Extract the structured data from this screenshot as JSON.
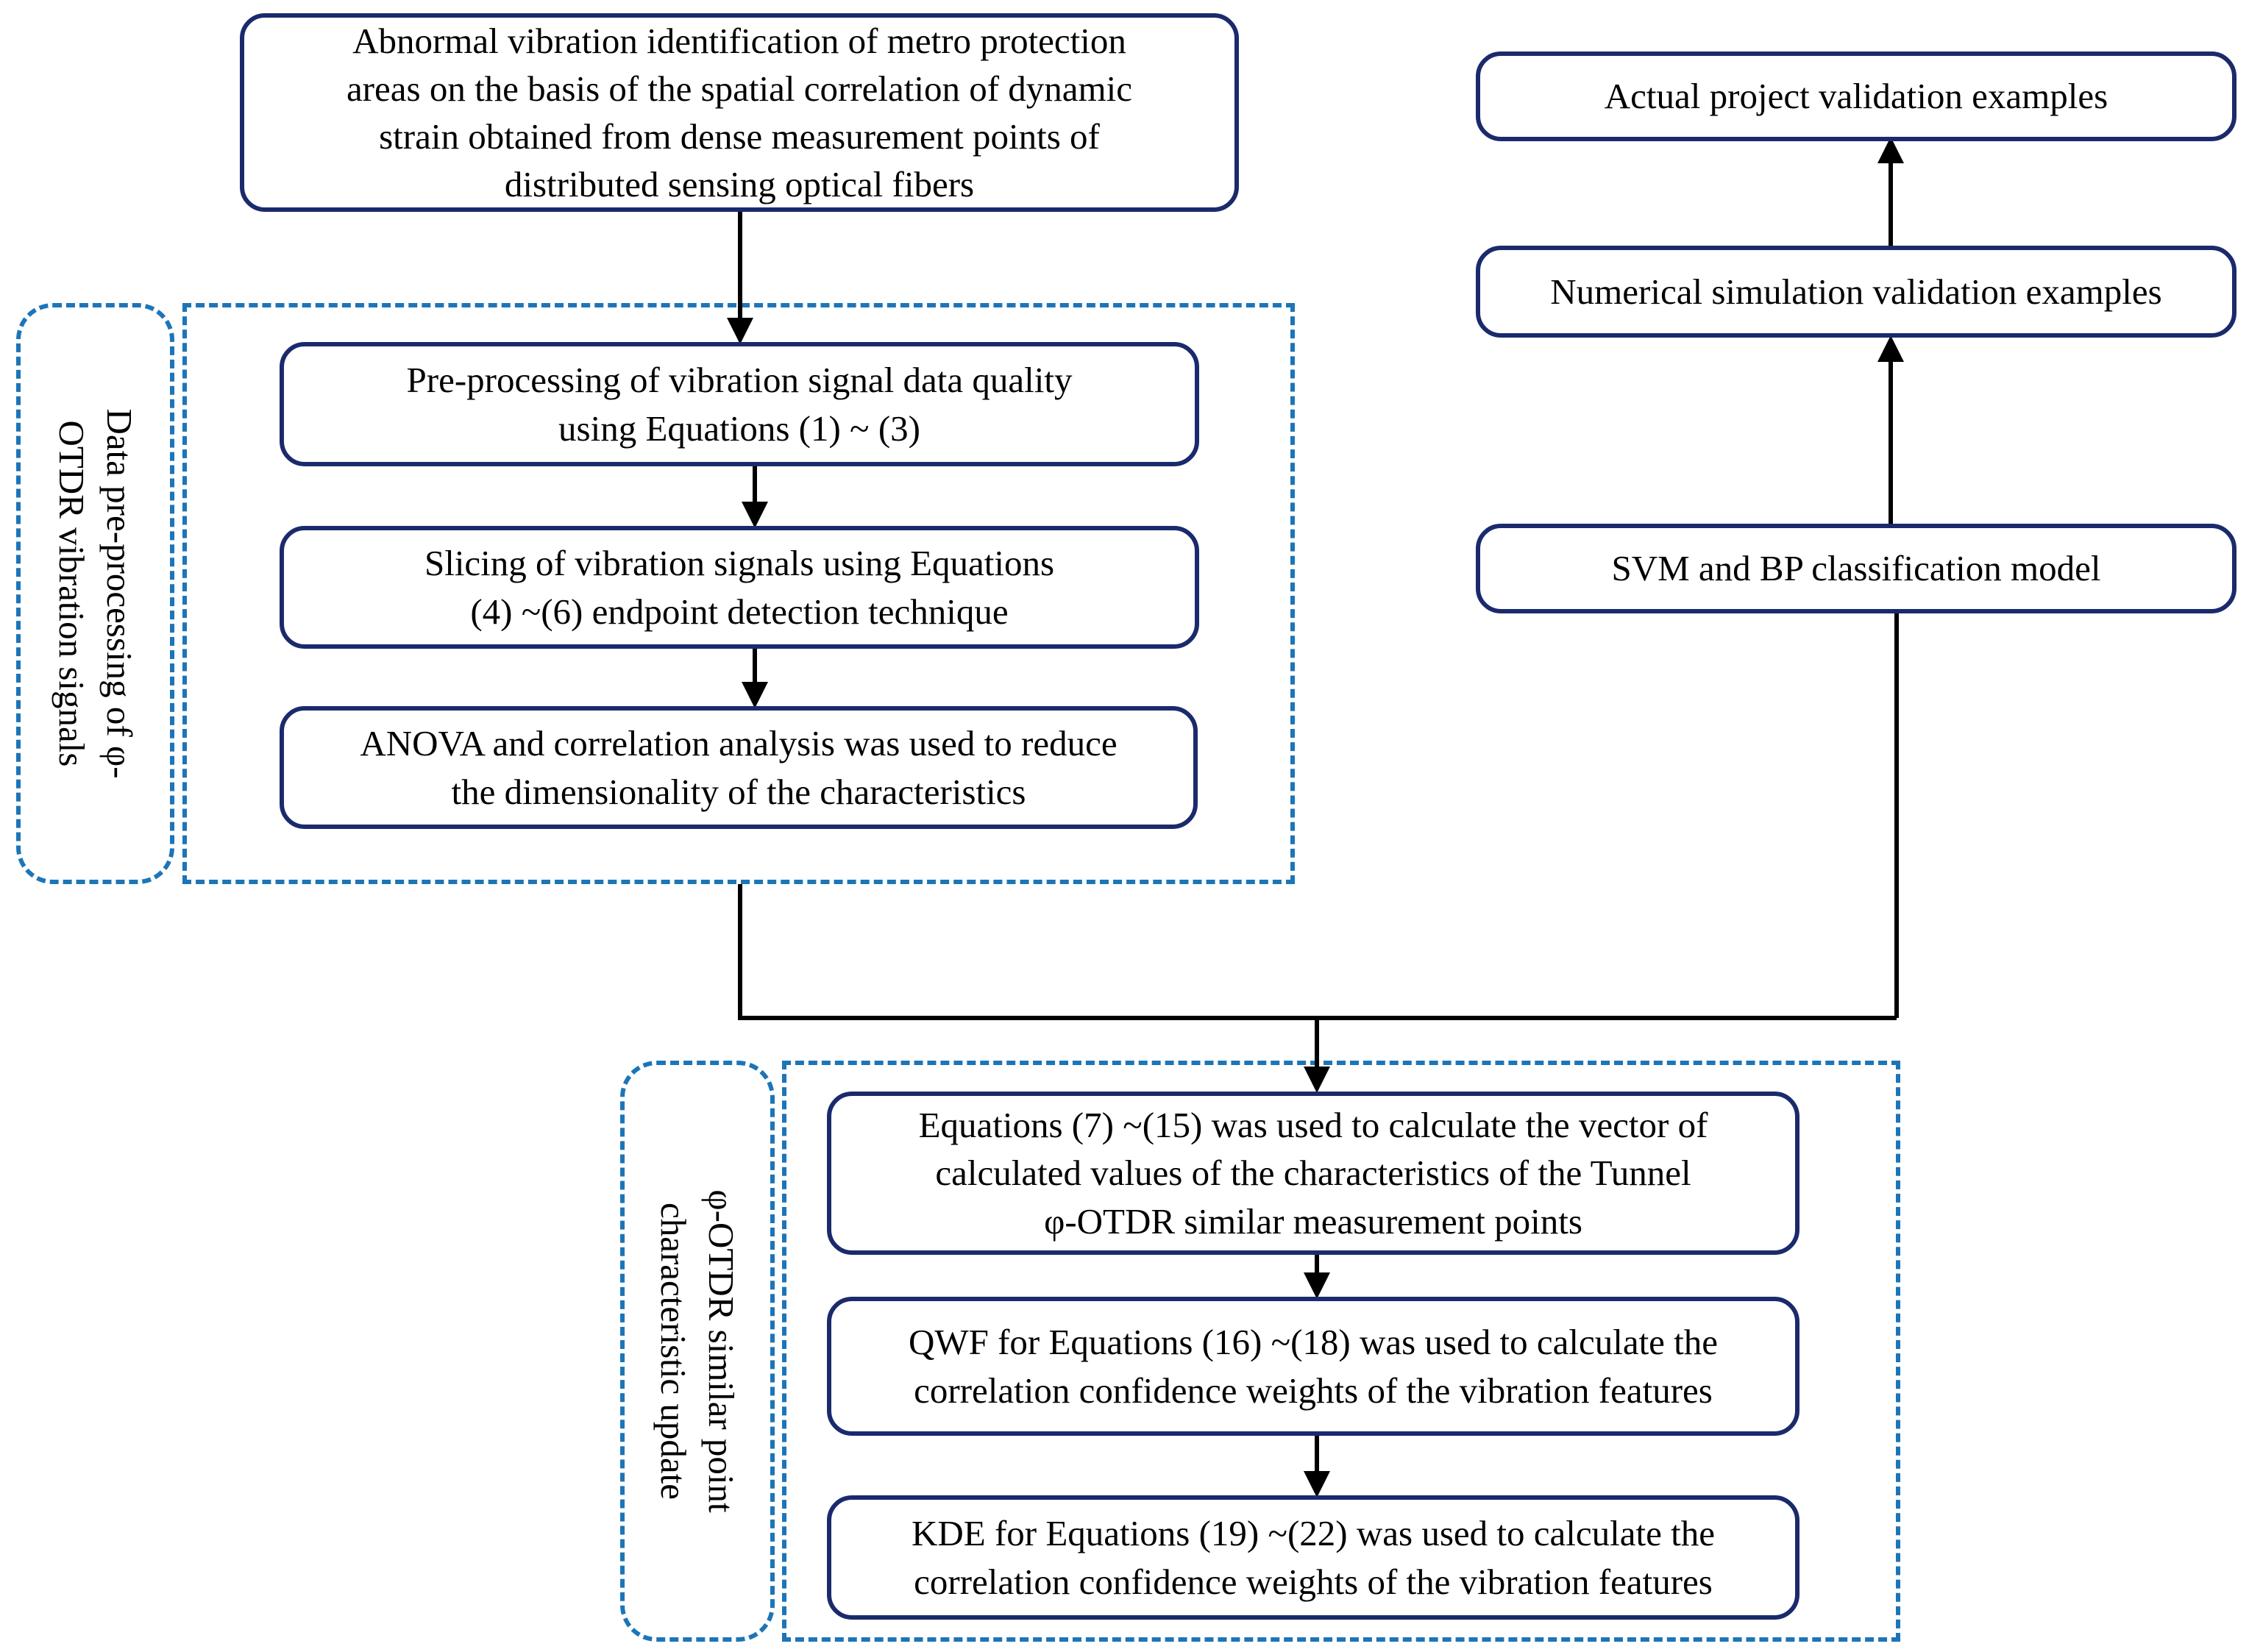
{
  "colors": {
    "box_border": "#1a2a6c",
    "dashed_border": "#1c75b8",
    "arrow": "#000000"
  },
  "main": {
    "top_box": {
      "line1": "Abnormal vibration identification of metro protection",
      "line2": "areas on the basis of the spatial correlation of dynamic",
      "line3": "strain obtained from dense measurement points of",
      "line4": "distributed sensing optical fibers"
    }
  },
  "group_preprocessing": {
    "label_line1": "Data pre-processing of φ-",
    "label_line2": "OTDR vibration signals",
    "steps": [
      {
        "line1": "Pre-processing of vibration signal data quality",
        "line2": "using Equations (1) ~ (3)"
      },
      {
        "line1": "Slicing of vibration signals using Equations",
        "line2": "(4) ~(6) endpoint detection technique"
      },
      {
        "line1": "ANOVA and correlation analysis was used to reduce",
        "line2": "the dimensionality of the characteristics"
      }
    ]
  },
  "group_update": {
    "label_line1": "φ-OTDR similar point",
    "label_line2": "characteristic update",
    "steps": [
      {
        "line1": "Equations (7) ~(15) was used to calculate the vector of",
        "line2": "calculated values of the characteristics of the Tunnel",
        "line3": "φ-OTDR similar measurement points"
      },
      {
        "line1": "QWF for Equations (16) ~(18) was used to calculate the",
        "line2": "correlation confidence weights of the vibration features"
      },
      {
        "line1": "KDE for Equations (19) ~(22) was used to calculate the",
        "line2": "correlation confidence weights of the vibration features"
      }
    ]
  },
  "right_column": {
    "classifier": "SVM and BP classification model",
    "numerical": "Numerical simulation validation examples",
    "actual": "Actual project validation examples"
  }
}
